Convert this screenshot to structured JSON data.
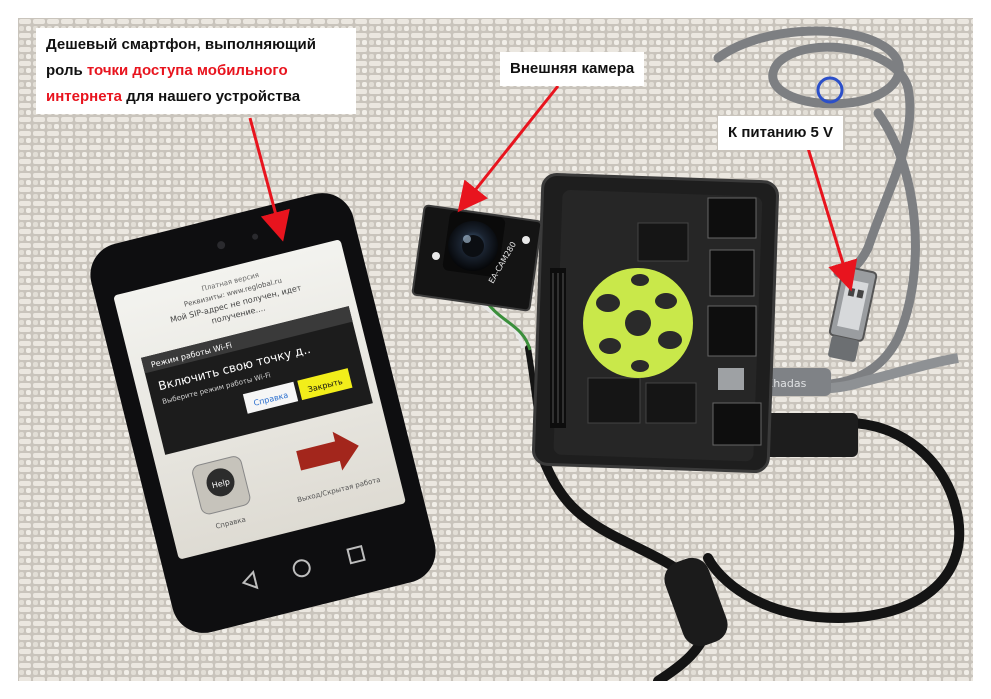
{
  "annotations": {
    "phone": {
      "text_before": "Дешевый смартфон, выполняющий роль ",
      "highlight": "точки доступа мобильного интернета",
      "text_after": " для нашего устройства"
    },
    "camera": {
      "text": "Внешняя камера"
    },
    "power": {
      "text": "К питанию 5 V"
    }
  },
  "phone_screen": {
    "line1": "Платная версия",
    "line2": "Реквизиты: www.reglobal.ru",
    "line3": "Мой SIP-адрес не получен, идет",
    "line4": "получение....",
    "dialog_title": "Режим работы Wi-Fi",
    "dialog_heading": "Включить свою точку д..",
    "dialog_sub": "Выберите режим работы Wi-Fi",
    "btn_help": "Справка",
    "btn_close": "Закрыть",
    "help_label": "Help",
    "caption_left": "Справка",
    "caption_right": "Выход/Скрытая работа"
  },
  "board": {
    "camera_pcb_text": "EA-CAM280",
    "cable_brand": "Khadas"
  },
  "colors": {
    "arrow": "#e8141e",
    "highlight": "#e8141e",
    "label_bg": "#ffffff",
    "close_button": "#f2ee1a",
    "fan": "#c9e84a"
  }
}
